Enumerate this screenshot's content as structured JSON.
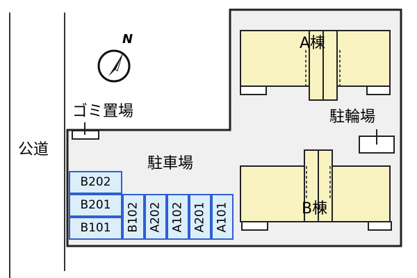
{
  "map": {
    "road_label": "公道",
    "garbage_label": "ゴミ置場",
    "parking_label": "駐車場",
    "bicycle_label": "駐輪場",
    "building_a_label": "A棟",
    "building_b_label": "B棟",
    "north_label": "N",
    "colors": {
      "lot": "#f0f0f0",
      "building": "#f9f3c2",
      "parking_fill": "#dceefa",
      "parking_border": "#2f5fd0",
      "outline": "#222222"
    },
    "parking_horizontal": [
      {
        "label": "B202"
      },
      {
        "label": "B201"
      },
      {
        "label": "B101"
      }
    ],
    "parking_vertical": [
      {
        "label": "B102"
      },
      {
        "label": "A202"
      },
      {
        "label": "A102"
      },
      {
        "label": "A201"
      },
      {
        "label": "A101"
      }
    ]
  }
}
